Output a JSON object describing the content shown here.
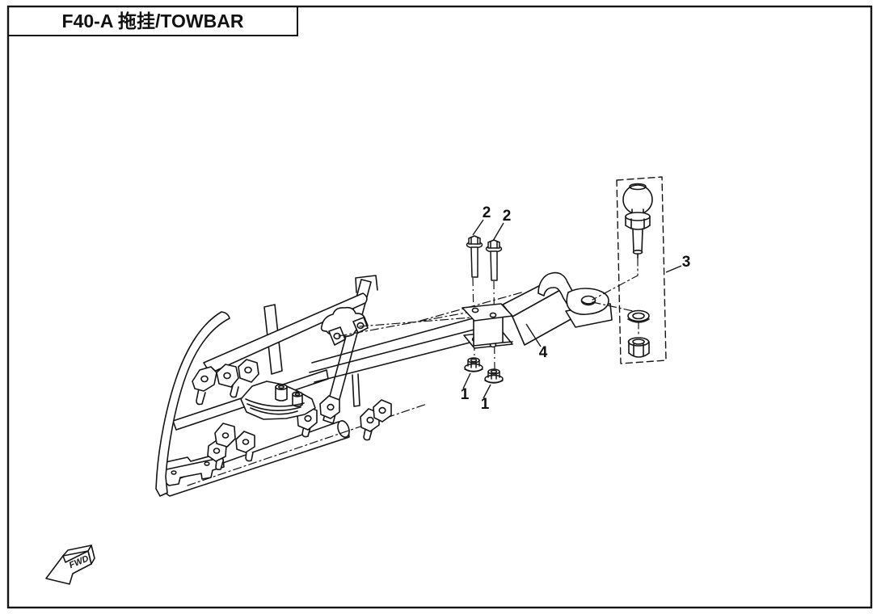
{
  "title_block": {
    "title": "F40-A 拖挂/TOWBAR"
  },
  "diagram": {
    "fwd_label": "FWD",
    "callouts": [
      {
        "number": "2"
      },
      {
        "number": "2"
      },
      {
        "number": "3"
      },
      {
        "number": "4"
      },
      {
        "number": "1"
      },
      {
        "number": "1"
      }
    ],
    "line_color": "#151515",
    "background_color": "#ffffff"
  }
}
